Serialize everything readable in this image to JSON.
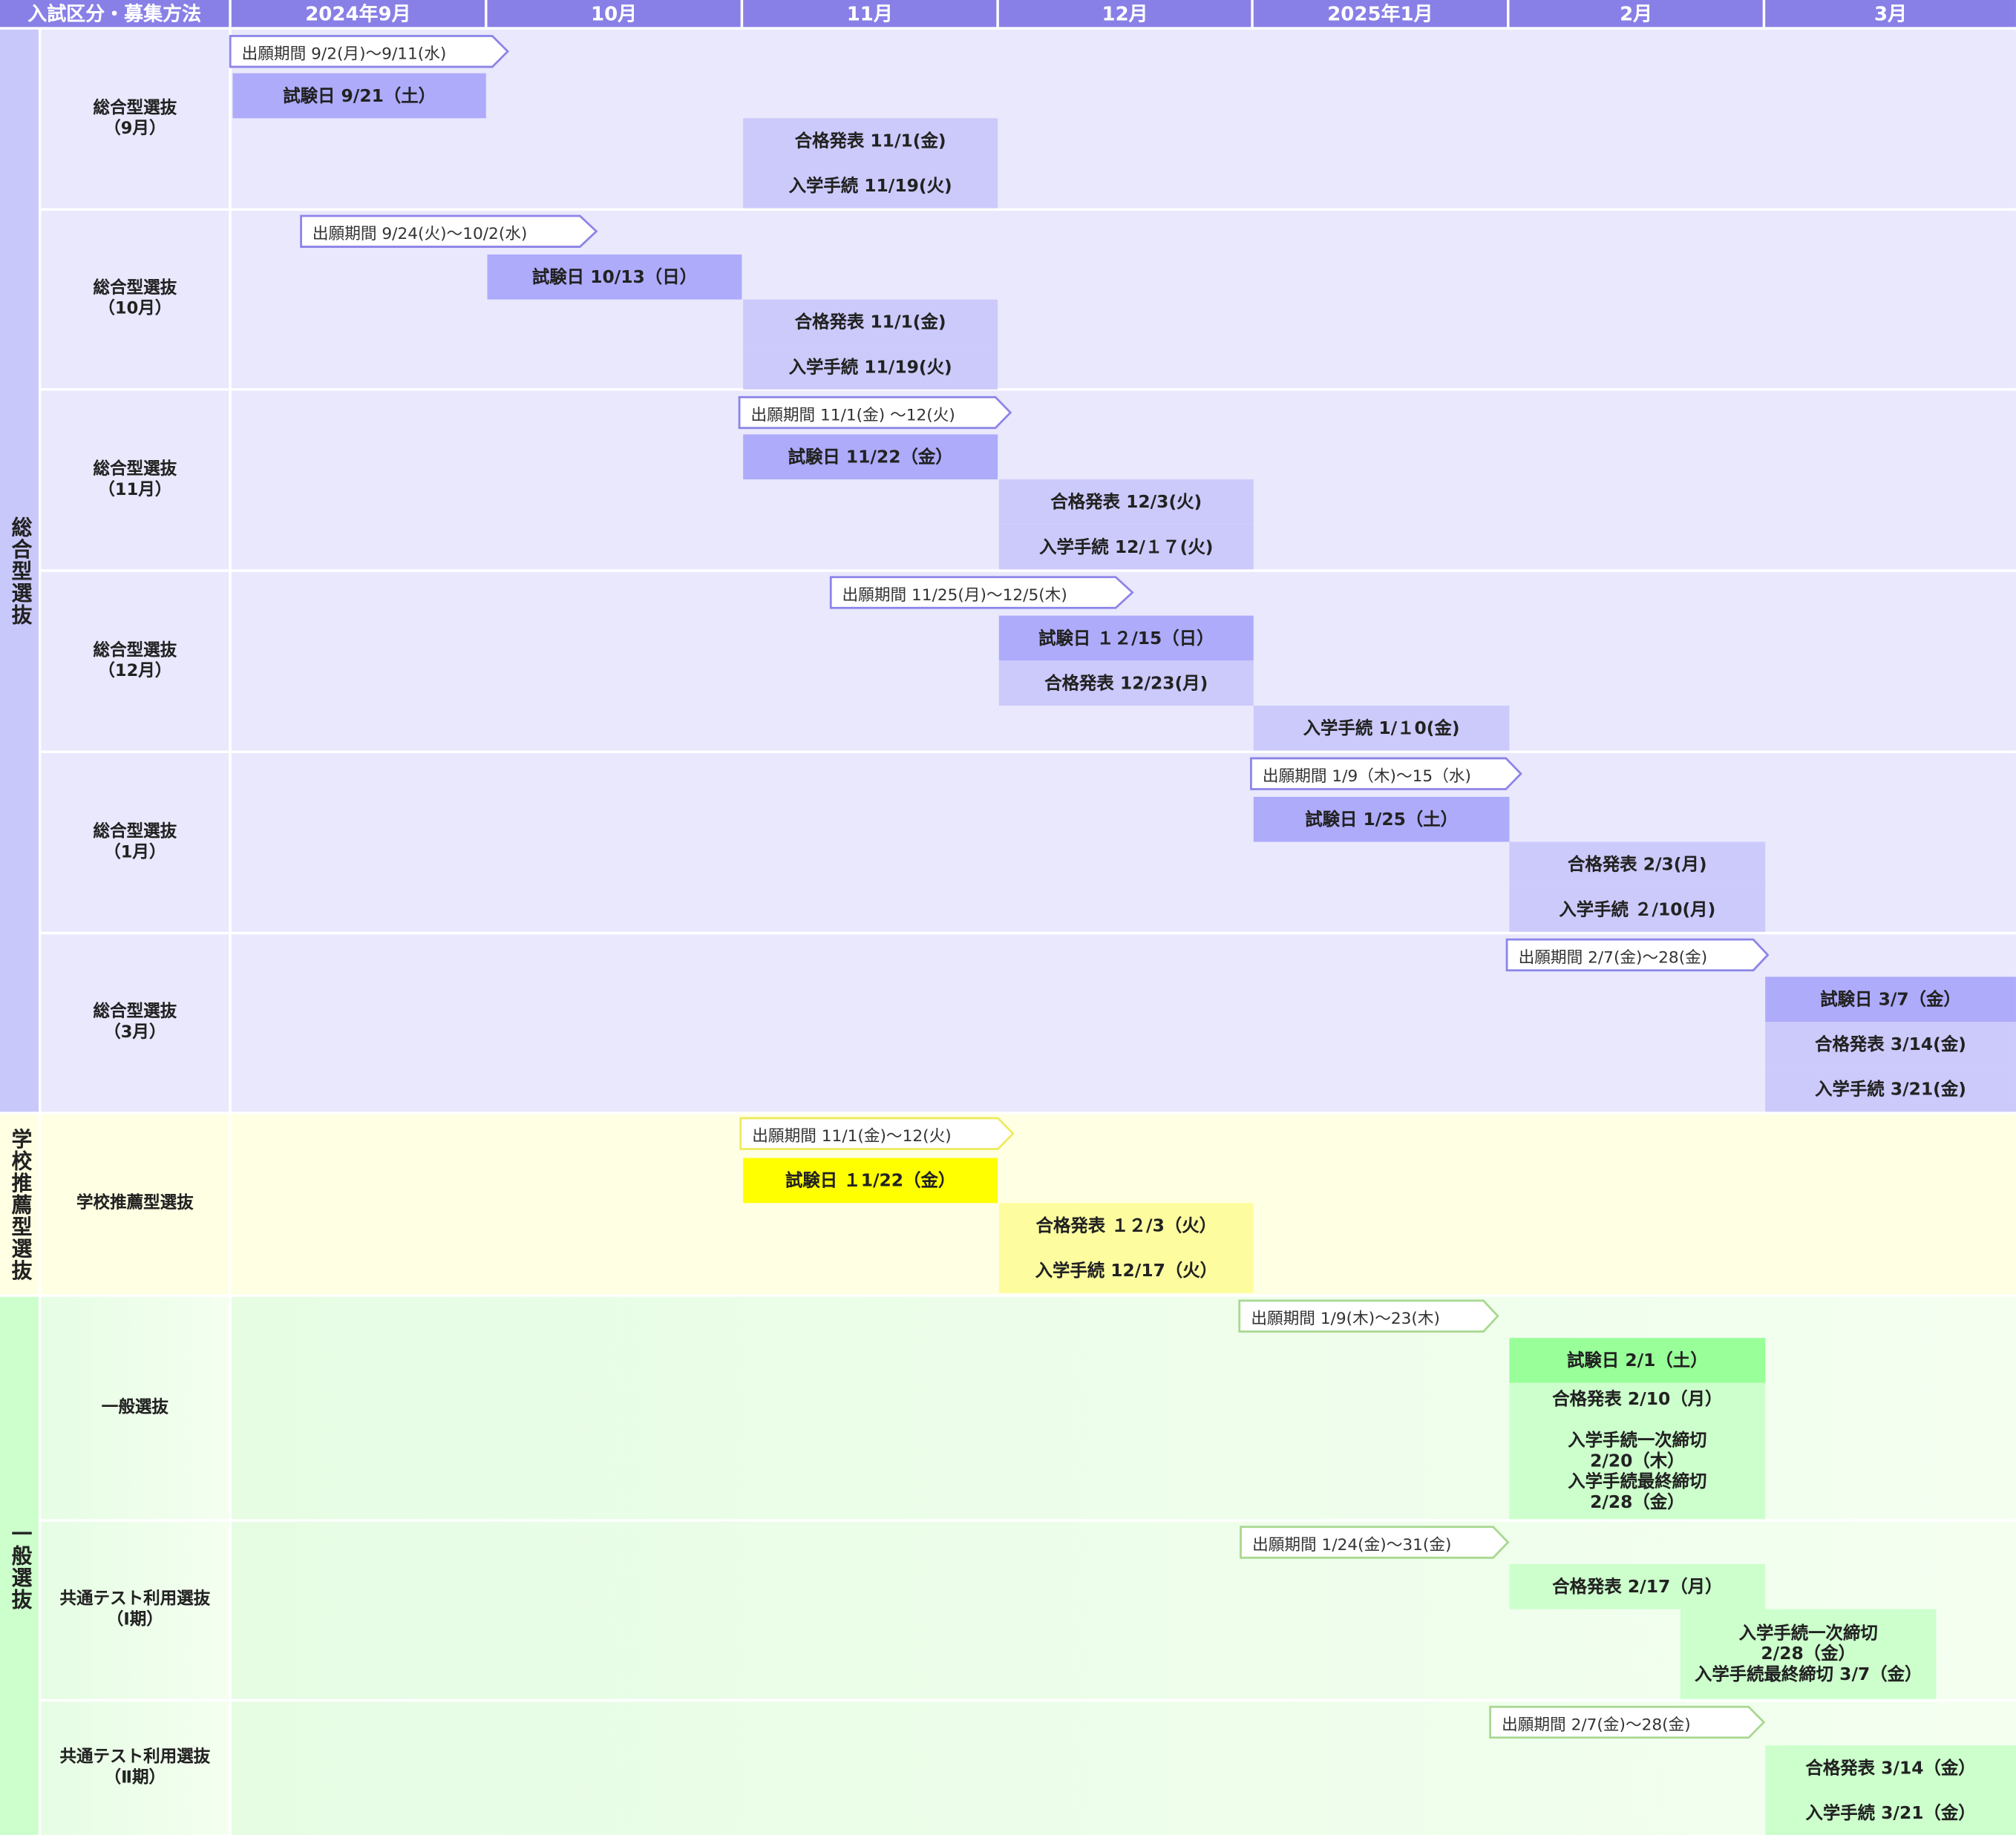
{
  "header": {
    "corner": "入試区分・募集方法",
    "months": [
      "2024年9月",
      "10月",
      "11月",
      "12月",
      "2025年1月",
      "2月",
      "3月"
    ]
  },
  "categories": [
    "総合型選抜",
    "学校推薦型選抜",
    "一般選抜"
  ],
  "colors": {
    "header": "#8880e6",
    "sogo_bg": "#e9e8fd",
    "sogo_cat": "#c9c8fb",
    "sogo_exam": "#aeabfb",
    "sogo_result": "#cccafb",
    "school_bg": "#ffffe3",
    "school_exam": "#ffff00",
    "school_result": "#fdfda0",
    "general_bg": "#ecfdea",
    "general_cat": "#ccffcc",
    "general_exam": "#99ff99",
    "general_result": "#ccffcc"
  },
  "rows": [
    {
      "label": "総合型選抜\n（9月）",
      "events": [
        "出願期間 9/2(月)～9/11(水)",
        "試験日 9/21（土）",
        "合格発表 11/1(金)",
        "入学手続 11/19(火)"
      ]
    },
    {
      "label": "総合型選抜\n（10月）",
      "events": [
        "出願期間 9/24(火)～10/2(水)",
        "試験日 10/13（日）",
        "合格発表 11/1(金)",
        "入学手続 11/19(火)"
      ]
    },
    {
      "label": "総合型選抜\n（11月）",
      "events": [
        "出願期間 11/1(金) ～12(火)",
        "試験日 11/22（金）",
        "合格発表 12/3(火)",
        "入学手続 12/１７(火)"
      ]
    },
    {
      "label": "総合型選抜\n（12月）",
      "events": [
        "出願期間 11/25(月)～12/5(木)",
        "試験日 １２/15（日）",
        "合格発表 12/23(月)",
        "入学手続 1/１0(金)"
      ]
    },
    {
      "label": "総合型選抜\n（1月）",
      "events": [
        "出願期間 1/9（木)～15（水)",
        "試験日 1/25（土）",
        "合格発表 2/3(月)",
        "入学手続 ２/10(月)"
      ]
    },
    {
      "label": "総合型選抜\n（3月）",
      "events": [
        "出願期間 2/7(金)～28(金)",
        "試験日 3/7（金）",
        "合格発表 3/14(金)",
        "入学手続 3/21(金)"
      ]
    },
    {
      "label": "学校推薦型選抜",
      "events": [
        "出願期間 11/1(金)～12(火)",
        "試験日 １1/22（金）",
        "合格発表 １２/3（火）",
        "入学手続 12/17（火）"
      ]
    },
    {
      "label": "一般選抜",
      "events": [
        "出願期間 1/9(木)～23(木)",
        "試験日 2/1（土）",
        "合格発表 2/10（月）\n\n入学手続一次締切\n2/20（木）\n入学手続最終締切\n2/28（金）"
      ]
    },
    {
      "label": "共通テスト利用選抜\n（Ⅰ期）",
      "events": [
        "出願期間 1/24(金)～31(金)",
        "合格発表 2/17（月）",
        "入学手続一次締切\n2/28（金）\n入学手続最終締切 3/7（金）"
      ]
    },
    {
      "label": "共通テスト利用選抜\n（Ⅱ期）",
      "events": [
        "出願期間 2/7(金)～28(金)",
        "合格発表 3/14（金）",
        "入学手続 3/21（金）"
      ]
    }
  ]
}
